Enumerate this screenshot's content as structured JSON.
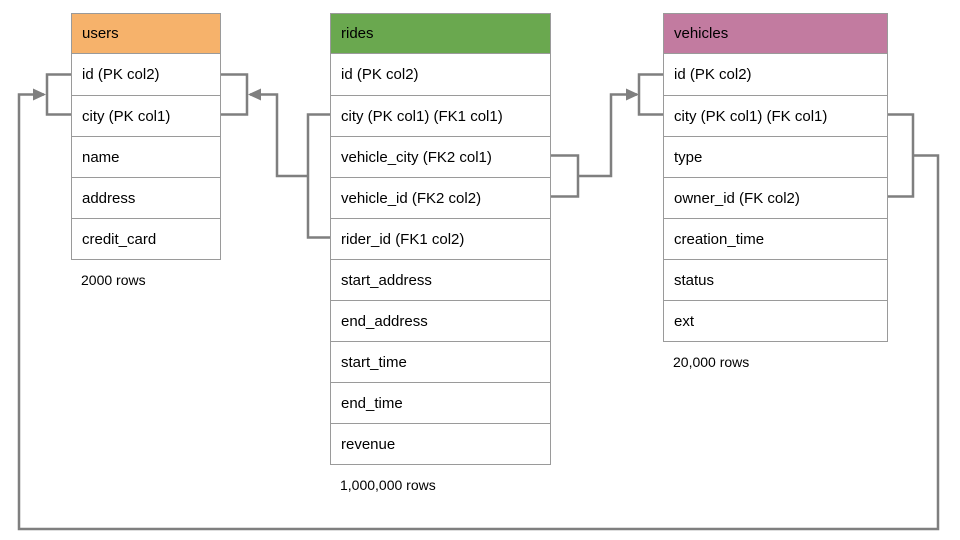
{
  "tables": [
    {
      "name": "users",
      "title": "users",
      "header_color": "#F6B26B",
      "columns": [
        "id (PK col2)",
        "city (PK col1)",
        "name",
        "address",
        "credit_card"
      ],
      "caption": "2000 rows"
    },
    {
      "name": "rides",
      "title": "rides",
      "header_color": "#6AA84F",
      "columns": [
        "id (PK col2)",
        "city (PK col1) (FK1 col1)",
        "vehicle_city (FK2 col1)",
        "vehicle_id (FK2 col2)",
        "rider_id (FK1 col2)",
        "start_address",
        "end_address",
        "start_time",
        "end_time",
        "revenue"
      ],
      "caption": "1,000,000 rows"
    },
    {
      "name": "vehicles",
      "title": "vehicles",
      "header_color": "#C27BA0",
      "columns": [
        "id (PK col2)",
        "city (PK col1) (FK col1)",
        "type",
        "owner_id (FK col2)",
        "creation_time",
        "status",
        "ext"
      ],
      "caption": "20,000 rows"
    }
  ],
  "relationships": [
    {
      "name": "rides-to-users",
      "from_table": "rides",
      "from_columns": "city (FK1 col1), rider_id (FK1 col2)",
      "to_table": "users",
      "to_columns": "id (PK col2), city (PK col1)"
    },
    {
      "name": "rides-to-vehicles",
      "from_table": "rides",
      "from_columns": "vehicle_city (FK2 col1), vehicle_id (FK2 col2)",
      "to_table": "vehicles",
      "to_columns": "id (PK col2), city (PK col1)"
    },
    {
      "name": "vehicles-to-users",
      "from_table": "vehicles",
      "from_columns": "city (FK col1), owner_id (FK col2)",
      "to_table": "users",
      "to_columns": "id (PK col2), city (PK col1)"
    }
  ],
  "colors": {
    "line": "#7F7F7F",
    "border": "#9A9A9A",
    "users_header": "#F6B26B",
    "rides_header": "#6AA84F",
    "vehicles_header": "#C27BA0"
  }
}
